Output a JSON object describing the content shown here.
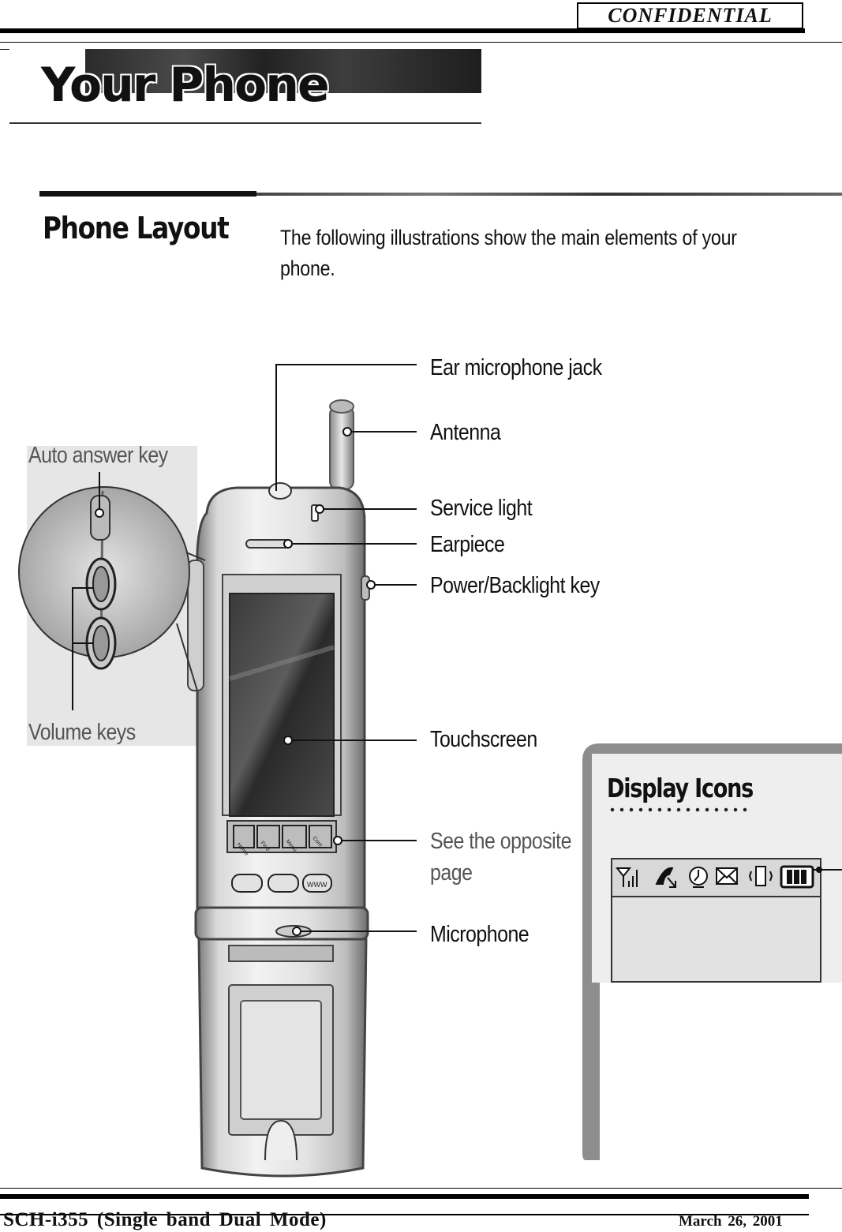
{
  "header": {
    "stamp": "CONFIDENTIAL"
  },
  "title": {
    "text": "Your Phone"
  },
  "section": {
    "heading": "Phone Layout",
    "intro": "The following illustrations show the main elements of your phone."
  },
  "callouts": {
    "ear_mic_jack": "Ear microphone jack",
    "antenna": "Antenna",
    "auto_answer_key": "Auto answer key",
    "service_light": "Service light",
    "earpiece": "Earpiece",
    "power_backlight_key": "Power/Backlight key",
    "volume_keys": "Volume keys",
    "touchscreen": "Touchscreen",
    "see_opposite_line1": "See the opposite",
    "see_opposite_line2": "page",
    "microphone": "Microphone"
  },
  "phone_keys": {
    "soft_keys": [
      "Home",
      "Find",
      "Menu",
      "Cont"
    ],
    "www_key": "WWW"
  },
  "display_icons": {
    "heading": "Display Icons",
    "icons": [
      "signal-strength-icon",
      "missed-call-icon",
      "alarm-clock-icon",
      "message-envelope-icon",
      "vibrate-mode-icon",
      "battery-icon"
    ]
  },
  "footer": {
    "model": "SCH-i355  (Single  band  Dual  Mode)",
    "date": "March  26,  2001"
  },
  "colors": {
    "ink": "#111111",
    "phone_silver": "#c9c9c9",
    "screen_dark": "#2c2c2c",
    "panel_grey": "#8a8a8a"
  }
}
